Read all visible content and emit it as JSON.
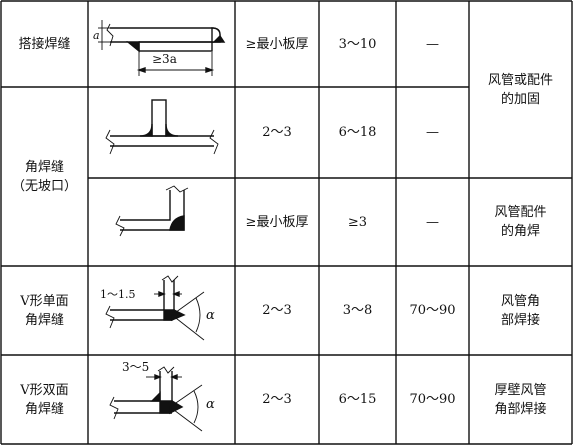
{
  "rows": [
    {
      "name": "搭接焊缝",
      "min_size": "≥最小板厚",
      "thickness": "3～10",
      "angle": "—",
      "use": [
        "风管或配件",
        "的加固"
      ]
    },
    {
      "name": [
        "角焊缝",
        "（无坡口）"
      ],
      "min_size": "2～3",
      "thickness": "6～18",
      "angle": "—"
    },
    {
      "min_size": "≥最小板厚",
      "thickness": "≥3",
      "angle": "—",
      "use": [
        "风管配件",
        "的角焊"
      ]
    },
    {
      "name": [
        "V形单面",
        "角焊缝"
      ],
      "min_size": "2～3",
      "thickness": "3～8",
      "angle": "70～90",
      "use": [
        "风管角",
        "部焊接"
      ]
    },
    {
      "name": [
        "V形双面",
        "角焊缝"
      ],
      "min_size": "2～3",
      "thickness": "6～15",
      "angle": "70～90",
      "use": [
        "厚壁风管",
        "角部焊接"
      ]
    }
  ],
  "figure_labels": {
    "lap_height": "a",
    "lap_overlap": "≥3a",
    "v_single_gap": "1～1.5",
    "v_single_angle": "α",
    "v_double_gap": "3～5",
    "v_double_angle": "α"
  }
}
